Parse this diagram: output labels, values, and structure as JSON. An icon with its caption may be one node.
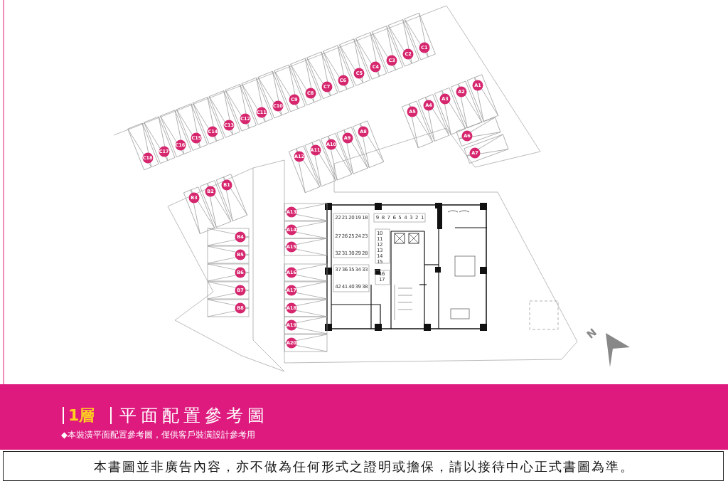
{
  "diagram": {
    "title": "平面配置參考圖",
    "caption": "本書圖並非廣告內容，亦不做為任何形式之證明或擔保，請以接待中心正式書圖為準。",
    "labels": [
      "C1",
      "C2",
      "C3",
      "C4",
      "C5",
      "C6",
      "C7",
      "C8",
      "C9",
      "C10",
      "C11",
      "C12",
      "C13",
      "C14",
      "C15",
      "C16",
      "C17",
      "C18",
      "A1",
      "A2",
      "A3",
      "A4",
      "A5",
      "A6",
      "A7",
      "A8",
      "A9",
      "A10",
      "A11",
      "A12",
      "A13",
      "A14",
      "A15",
      "A16",
      "A17",
      "A18",
      "A19",
      "A20",
      "B1",
      "B2",
      "B3",
      "B4",
      "B5",
      "B6",
      "B7",
      "B8",
      "1",
      "2",
      "3",
      "4",
      "5",
      "6",
      "7",
      "8",
      "9",
      "10",
      "11",
      "12",
      "13",
      "14",
      "15",
      "16",
      "17",
      "18",
      "19",
      "20",
      "21",
      "22",
      "23",
      "24",
      "25",
      "26",
      "27",
      "28",
      "29",
      "30",
      "31",
      "32",
      "33",
      "34",
      "35",
      "36",
      "37",
      "38",
      "39",
      "40",
      "41",
      "42",
      "N",
      "1層",
      "◆本裝潢平面配置參考圖，僅供客戶裝潢設計參考用"
    ]
  }
}
